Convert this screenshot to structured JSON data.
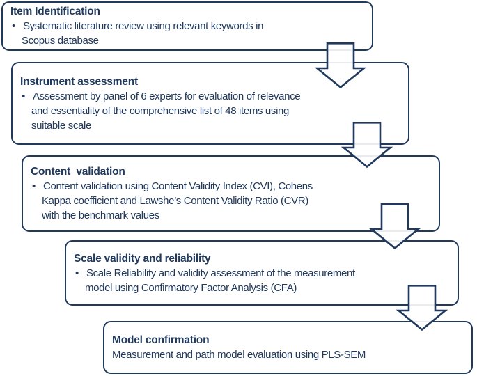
{
  "diagram": {
    "bullet_glyph": "•",
    "colors": {
      "ink": "#20395c",
      "box_fill": "#ffffff"
    },
    "steps": [
      {
        "title": "Item Identification",
        "bulleted": true,
        "lines": [
          "Systematic literature review using relevant keywords in",
          "Scopus database"
        ]
      },
      {
        "title": "Instrument assessment",
        "bulleted": true,
        "lines": [
          "Assessment by panel of 6 experts for evaluation of relevance",
          "and essentiality of the comprehensive list of 48 items using",
          "suitable scale"
        ]
      },
      {
        "title": "Content  validation",
        "bulleted": true,
        "lines": [
          "Content validation using Content Validity Index (CVI), Cohens",
          "Kappa coefficient and Lawshe’s Content Validity Ratio (CVR)",
          "with the benchmark values"
        ]
      },
      {
        "title": "Scale validity and reliability",
        "bulleted": true,
        "lines": [
          "Scale Reliability and validity assessment of the measurement",
          "model using Confirmatory Factor Analysis (CFA)"
        ]
      },
      {
        "title": "Model confirmation",
        "bulleted": false,
        "lines": [
          "Measurement and path model evaluation using PLS-SEM"
        ]
      }
    ]
  }
}
